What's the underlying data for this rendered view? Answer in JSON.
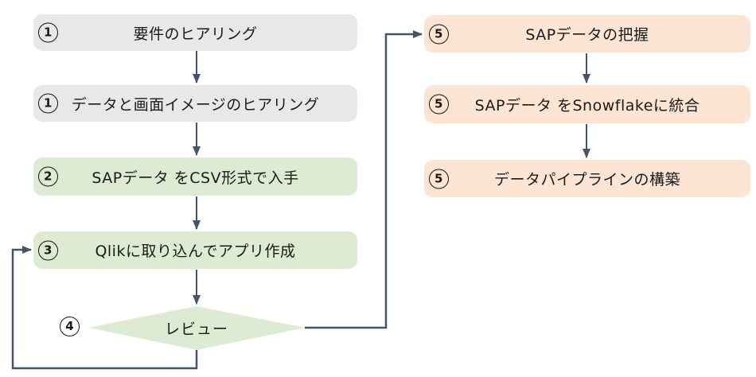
{
  "flowchart": {
    "nodes": {
      "l1": {
        "badge": "1",
        "label": "要件のヒアリング"
      },
      "l2": {
        "badge": "1",
        "label": "データと画面イメージのヒアリング"
      },
      "l3": {
        "badge": "2",
        "label": "SAPデータ をCSV形式で入手"
      },
      "l4": {
        "badge": "3",
        "label": "Qlikに取り込んでアプリ作成"
      },
      "decision": {
        "badge": "4",
        "label": "レビュー"
      },
      "r1": {
        "badge": "5",
        "label": "SAPデータの把握"
      },
      "r2": {
        "badge": "5",
        "label": "SAPデータ をSnowflakeに統合"
      },
      "r3": {
        "badge": "5",
        "label": "データパイプラインの構築"
      }
    },
    "colors": {
      "box_gray": "#e8e7e9",
      "box_green": "#deebd2",
      "diamond_green": "#dcebd1",
      "box_orange": "#fce5d3",
      "connector": "#44546a",
      "text": "#1a1a1a",
      "badge_border": "#151515"
    }
  }
}
